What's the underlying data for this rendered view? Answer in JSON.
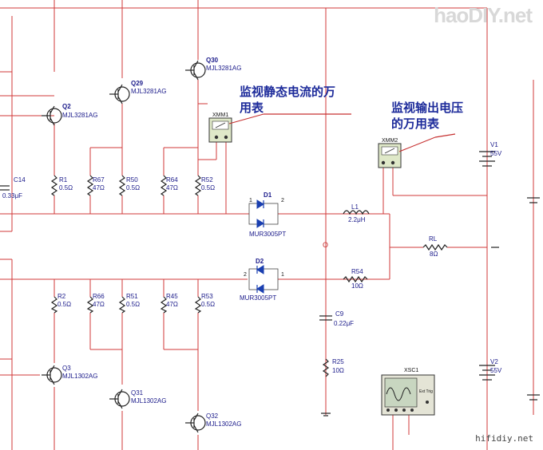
{
  "watermark": {
    "logo_text": "haoDIY.net",
    "footer": "hifidiy.net"
  },
  "notes": {
    "static_current": [
      "监视静态电流的万",
      "用表"
    ],
    "output_voltage": [
      "监视输出电压",
      "的万用表"
    ]
  },
  "transistors_top": [
    {
      "ref": "Q30",
      "part": "MJL3281AG"
    },
    {
      "ref": "Q29",
      "part": "MJL3281AG"
    },
    {
      "ref": "Q2",
      "part": "MJL3281AG"
    }
  ],
  "transistors_bottom": [
    {
      "ref": "Q3",
      "part": "MJL1302AG"
    },
    {
      "ref": "Q31",
      "part": "MJL1302AG"
    },
    {
      "ref": "Q32",
      "part": "MJL1302AG"
    }
  ],
  "resistors_top": [
    {
      "ref": "R1",
      "value": "0.5Ω"
    },
    {
      "ref": "R67",
      "value": "47Ω"
    },
    {
      "ref": "R50",
      "value": "0.5Ω"
    },
    {
      "ref": "R64",
      "value": "47Ω"
    },
    {
      "ref": "R52",
      "value": "0.5Ω"
    }
  ],
  "resistors_bottom": [
    {
      "ref": "R2",
      "value": "0.5Ω"
    },
    {
      "ref": "R66",
      "value": "47Ω"
    },
    {
      "ref": "R51",
      "value": "0.5Ω"
    },
    {
      "ref": "R45",
      "value": "47Ω"
    },
    {
      "ref": "R53",
      "value": "0.5Ω"
    }
  ],
  "c14": {
    "ref": "C14",
    "value": "0.33μF"
  },
  "meters": [
    {
      "ref": "XMM1"
    },
    {
      "ref": "XMM2"
    }
  ],
  "diodes": [
    {
      "ref": "D1",
      "part": "MUR3005PT",
      "pin1": "1",
      "pin2": "2"
    },
    {
      "ref": "D2",
      "part": "MUR3005PT",
      "pin1": "2",
      "pin2": "1"
    }
  ],
  "l1": {
    "ref": "L1",
    "value": "2.2μH"
  },
  "rl": {
    "ref": "RL",
    "value": "8Ω"
  },
  "r54": {
    "ref": "R54",
    "value": "10Ω"
  },
  "c9": {
    "ref": "C9",
    "value": "0.22μF"
  },
  "r25": {
    "ref": "R25",
    "value": "10Ω"
  },
  "node_o": "O",
  "v1": {
    "ref": "V1",
    "value": "55V"
  },
  "v2": {
    "ref": "V2",
    "value": "55V"
  },
  "scope": {
    "ref": "XSC1",
    "ext_trig": "Ext Trig"
  }
}
